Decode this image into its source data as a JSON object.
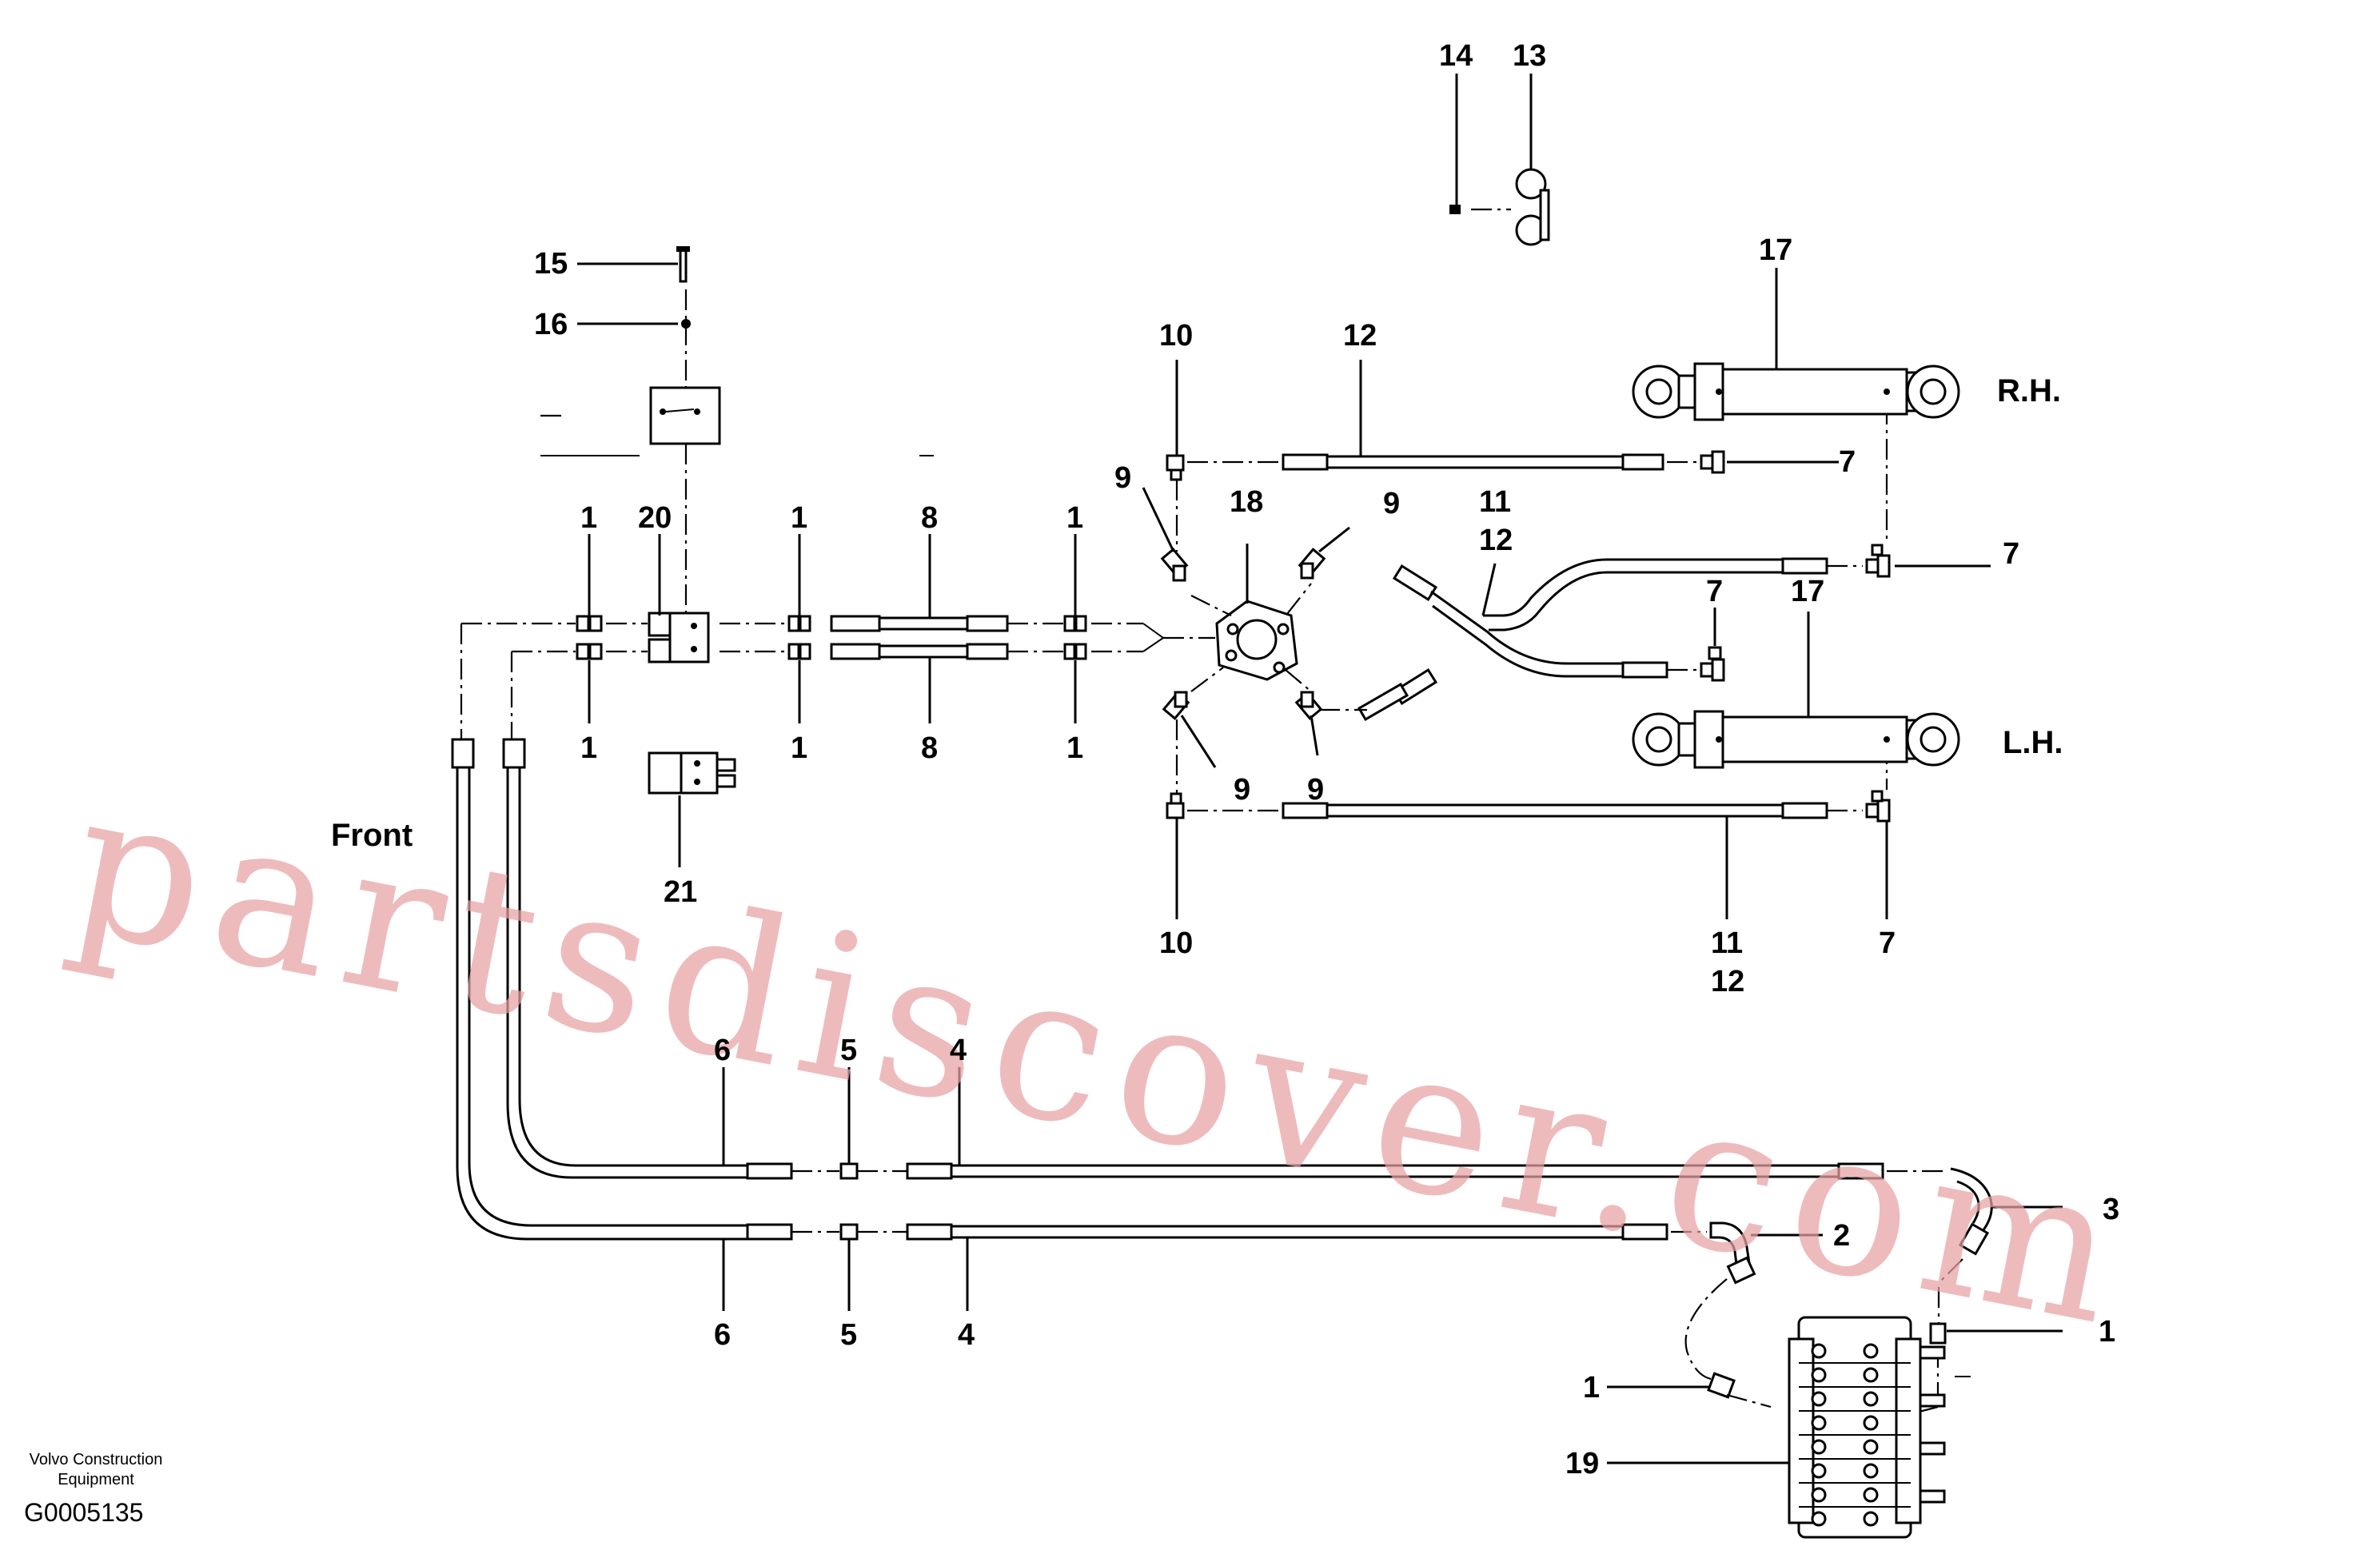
{
  "labels": {
    "c1_top_a": "1",
    "c20": "20",
    "c1_top_b": "1",
    "c8_top": "8",
    "c1_top_c": "1",
    "c1_bot_a": "1",
    "c1_bot_b": "1",
    "c8_bot": "8",
    "c1_bot_c": "1",
    "c15": "15",
    "c16": "16",
    "c14": "14",
    "c13": "13",
    "c21": "21",
    "c10_top": "10",
    "c12_top": "12",
    "c17_top": "17",
    "c9_a": "9",
    "c18": "18",
    "c9_b": "9",
    "c11_a": "11",
    "c12_a": "12",
    "c7_a": "7",
    "c7_b": "7",
    "c7_c": "7",
    "c17_mid": "17",
    "c9_c": "9",
    "c9_d": "9",
    "c10_bot": "10",
    "c11_b": "11",
    "c12_b": "12",
    "c7_d": "7",
    "c6_top": "6",
    "c5_top": "5",
    "c4_top": "4",
    "c3": "3",
    "c2": "2",
    "c1_right": "1",
    "c6_bot": "6",
    "c5_bot": "5",
    "c4_bot": "4",
    "c1_valve": "1",
    "c19": "19"
  },
  "side_labels": {
    "rh": "R.H.",
    "lh": "L.H.",
    "front": "Front"
  },
  "footer": {
    "company_line1": "Volvo Construction",
    "company_line2": "Equipment",
    "drawing_code": "G0005135"
  },
  "watermark": {
    "text": "partsdiscover.com",
    "color": "#e8a2a4"
  }
}
